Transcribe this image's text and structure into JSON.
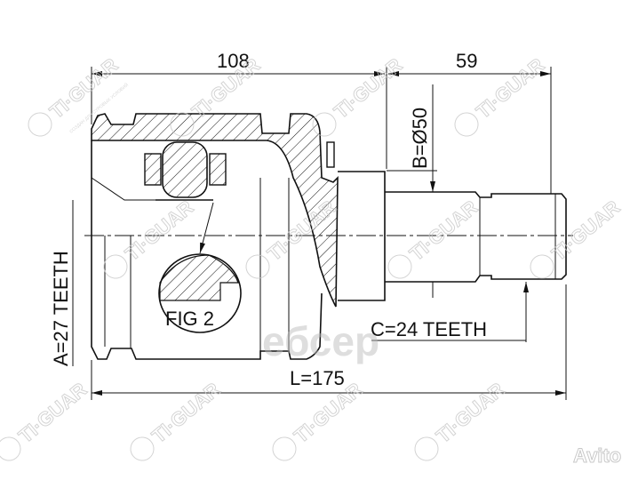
{
  "dimensions": {
    "housing_length": "108",
    "shaft_length": "59",
    "outer_diameter": "B=Ø50",
    "outer_teeth": "A=27 TEETH",
    "inner_teeth": "C=24 TEETH",
    "total_length": "L=175"
  },
  "detail_label": "FIG 2",
  "watermarks": {
    "brand": "TI·GUAR",
    "tagline": "СОЗДАН ДЛЯ СУРОВЫХ УСЛОВИЙ",
    "center_mark": "ебсер",
    "corner_mark": "Avito"
  },
  "colors": {
    "line": "#111111",
    "watermark": "#c9c9c9",
    "background": "#ffffff"
  }
}
